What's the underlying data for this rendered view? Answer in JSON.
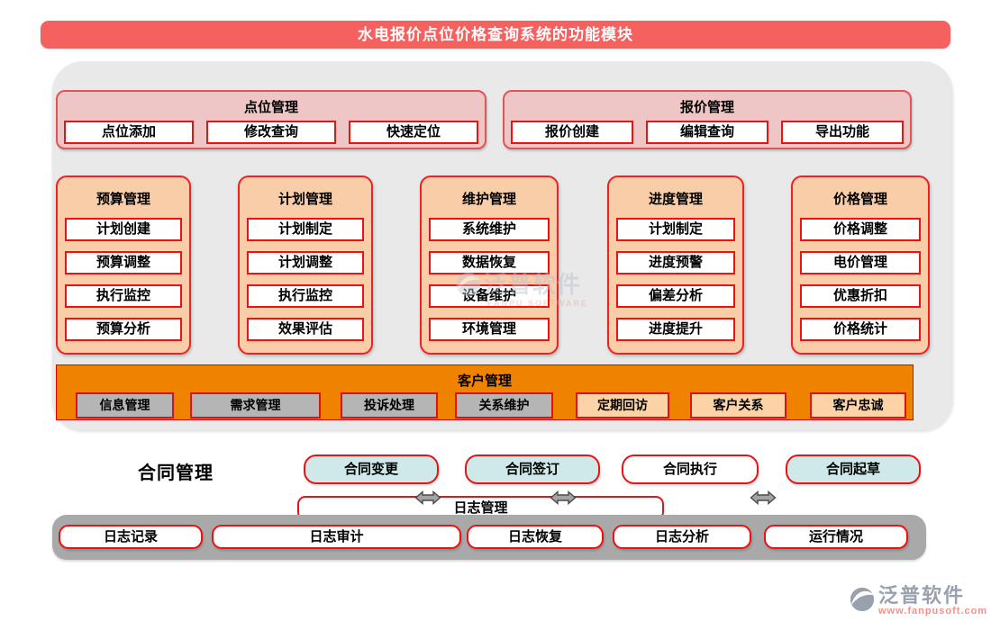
{
  "title": "水电报价点位价格查询系统的功能模块",
  "top_groups": [
    {
      "name": "点位管理",
      "items": [
        "点位添加",
        "修改查询",
        "快速定位"
      ]
    },
    {
      "name": "报价管理",
      "items": [
        "报价创建",
        "编辑查询",
        "导出功能"
      ]
    }
  ],
  "columns": [
    {
      "name": "预算管理",
      "items": [
        "计划创建",
        "预算调整",
        "执行监控",
        "预算分析"
      ]
    },
    {
      "name": "计划管理",
      "items": [
        "计划制定",
        "计划调整",
        "执行监控",
        "效果评估"
      ]
    },
    {
      "name": "维护管理",
      "items": [
        "系统维护",
        "数据恢复",
        "设备维护",
        "环境管理"
      ]
    },
    {
      "name": "进度管理",
      "items": [
        "计划制定",
        "进度预警",
        "偏差分析",
        "进度提升"
      ]
    },
    {
      "name": "价格管理",
      "items": [
        "价格调整",
        "电价管理",
        "优惠折扣",
        "价格统计"
      ]
    }
  ],
  "customer": {
    "name": "客户管理",
    "items": [
      {
        "label": "信息管理",
        "style": "gray"
      },
      {
        "label": "需求管理",
        "style": "gray"
      },
      {
        "label": "投诉处理",
        "style": "gray"
      },
      {
        "label": "关系维护",
        "style": "gray"
      },
      {
        "label": "定期回访",
        "style": "peach"
      },
      {
        "label": "客户关系",
        "style": "peach"
      },
      {
        "label": "客户忠诚",
        "style": "peach"
      }
    ]
  },
  "contract": {
    "label": "合同管理",
    "items": [
      {
        "label": "合同变更",
        "style": "blue"
      },
      {
        "label": "合同签订",
        "style": "blue"
      },
      {
        "label": "合同执行",
        "style": "white"
      },
      {
        "label": "合同起草",
        "style": "blue"
      }
    ]
  },
  "log_bar": {
    "label": "日志管理"
  },
  "log_items": [
    "日志记录",
    "日志审计",
    "日志恢复",
    "日志分析",
    "运行情况"
  ],
  "watermark": {
    "cn": "泛普软件",
    "en": "FANPU SOFTWARE"
  },
  "logo": {
    "name": "泛普软件",
    "url": "www.fanpusoft.com"
  },
  "icons": {
    "double_arrow": "left-right double arrow",
    "logo_mark": "fanpu swoosh circle"
  },
  "colors": {
    "banner_red": "#f4615e",
    "panel_gray": "#e9e9e9",
    "group_pink": "#efc6c6",
    "column_peach": "#f9cda8",
    "customer_orange": "#ef8300",
    "item_gray": "#b5b5b5",
    "item_peach": "#fbd3a6",
    "item_blue": "#cfe8ea",
    "bottom_gray": "#a9a9a9",
    "border_red": "#ee1111"
  }
}
